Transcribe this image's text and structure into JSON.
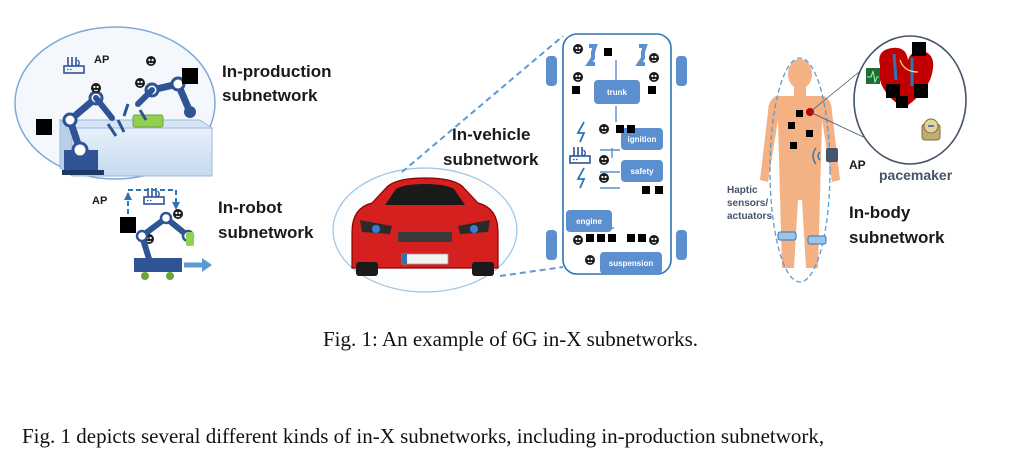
{
  "figure": {
    "in_production": {
      "title_line1": "In-production",
      "title_line2": "subnetwork",
      "ap_label": "AP"
    },
    "in_robot": {
      "title_line1": "In-robot",
      "title_line2": "subnetwork",
      "ap_label": "AP"
    },
    "in_vehicle": {
      "title_line1": "In-vehicle",
      "title_line2": "subnetwork",
      "modules": {
        "trunk": "trunk",
        "ignition": "ignition",
        "safety": "safety",
        "engine": "engine",
        "suspension": "suspension"
      }
    },
    "in_body": {
      "title_line1": "In-body",
      "title_line2": "subnetwork",
      "ap_label": "AP",
      "pacemaker_label": "pacemaker",
      "haptic_line1": "Haptic",
      "haptic_line2": "sensors/",
      "haptic_line3": "actuators"
    }
  },
  "caption": "Fig. 1: An example of 6G in-X subnetworks.",
  "body_text": "Fig. 1 depicts several different kinds of in-X subnetworks, including in-production subnetwork,",
  "colors": {
    "robot_blue": "#2f5496",
    "module_blue": "#5b8fd0",
    "light_blue": "#dde9f7",
    "skin": "#f4b183",
    "car_red": "#d62020",
    "heart_red": "#c00000",
    "label_dark": "#1a1a1a",
    "pacemaker_slate": "#44546a"
  }
}
